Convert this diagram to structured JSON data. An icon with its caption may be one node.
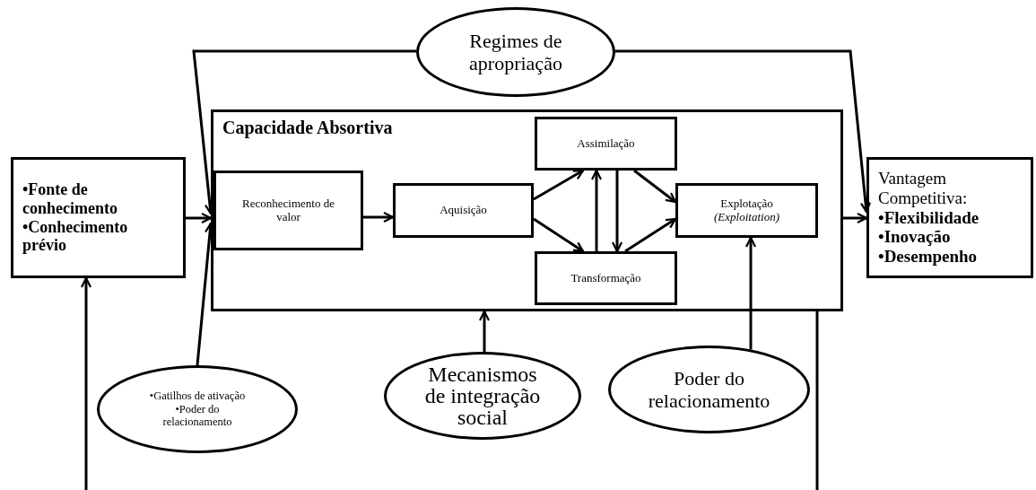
{
  "diagram": {
    "nodes": [
      {
        "text": [
          "Regimes de apropriação"
        ]
      },
      {
        "text": [
          "Capacidade Absortiva"
        ]
      },
      {
        "text": [
          "•Fonte de conhecimento",
          "•Conhecimento prévio"
        ]
      },
      {
        "text": [
          "Reconhecimento de valor"
        ],
        "in": 1
      },
      {
        "text": [
          "Aquisição"
        ],
        "in": 1
      },
      {
        "text": [
          "Assimilação"
        ],
        "in": 1
      },
      {
        "text": [
          "Transformação"
        ],
        "in": 1
      },
      {
        "text": [
          "Explotação",
          "(Exploitation)"
        ],
        "in": 1
      },
      {
        "text": [
          "Vantagem Competitiva:",
          "•Flexibilidade",
          "•Inovação",
          "•Desempenho"
        ]
      },
      {
        "text": [
          "•Gatilhos de ativação",
          "•Poder do relacionamento"
        ]
      },
      {
        "text": [
          "Mecanismos de integração social"
        ]
      },
      {
        "text": [
          "Poder do relacionamento"
        ]
      }
    ],
    "edges": [
      {
        "from": 0,
        "to": 1,
        "arrow": "to"
      },
      {
        "from": 0,
        "to": 8,
        "arrow": "to"
      },
      {
        "from": 2,
        "to": 1,
        "arrow": "to"
      },
      {
        "from": 9,
        "to": 1,
        "arrow": "to"
      },
      {
        "from": 1,
        "to": 8,
        "arrow": "to"
      },
      {
        "from": 3,
        "to": 4,
        "arrow": "to"
      },
      {
        "from": 4,
        "to": 5,
        "arrow": "to"
      },
      {
        "from": 4,
        "to": 6,
        "arrow": "to"
      },
      {
        "from": 5,
        "to": 7,
        "arrow": "to"
      },
      {
        "from": 6,
        "to": 7,
        "arrow": "to"
      },
      {
        "from": 6,
        "to": 5,
        "arrow": "to"
      },
      {
        "from": 5,
        "to": 6,
        "arrow": "to"
      },
      {
        "from": 10,
        "to": 1,
        "arrow": "to"
      },
      {
        "from": 11,
        "to": 7,
        "arrow": "to"
      },
      {
        "from": null,
        "to": 2,
        "arrow": "to"
      },
      {
        "from": 1,
        "to": null,
        "arrow": "none"
      }
    ]
  }
}
